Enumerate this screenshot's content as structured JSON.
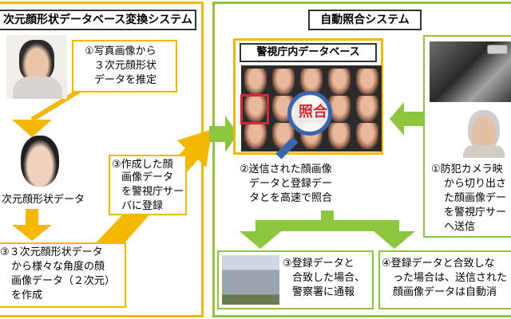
{
  "left_panel": {
    "title": "次元顔形状データベース変換システム",
    "step1": [
      "①写真画像から",
      "３次元顔形状",
      "データを推定"
    ],
    "model_label": "次元顔形状データ",
    "step3": [
      "③作成した顔",
      "画像データ",
      "を警視庁サー",
      "バに登録"
    ],
    "step_bottom": [
      "③３次元顔形状データ",
      "から様々な角度の顔",
      "画像データ（２次元）",
      "を作成"
    ]
  },
  "right_panel": {
    "title": "自動照合システム",
    "db_title": "警視庁内データベース",
    "match_label": "照合",
    "step2": [
      "②送信された顔画像",
      "データと登録デー",
      "タとを高速で照合"
    ],
    "step1": [
      "①防犯カメラ映",
      "から切り出さ",
      "た顔画像デー",
      "を警視庁サー",
      "へ送信"
    ],
    "step3": [
      "③登録データと",
      "合致した場合、",
      "警察署に通報"
    ],
    "step4": [
      "④登録データと合致しな",
      "った場合は、送信された",
      "顔画像データは自動消"
    ]
  },
  "colors": {
    "yellow": "#f5b800",
    "green": "#8cc63f",
    "match_red": "#d7282f"
  }
}
